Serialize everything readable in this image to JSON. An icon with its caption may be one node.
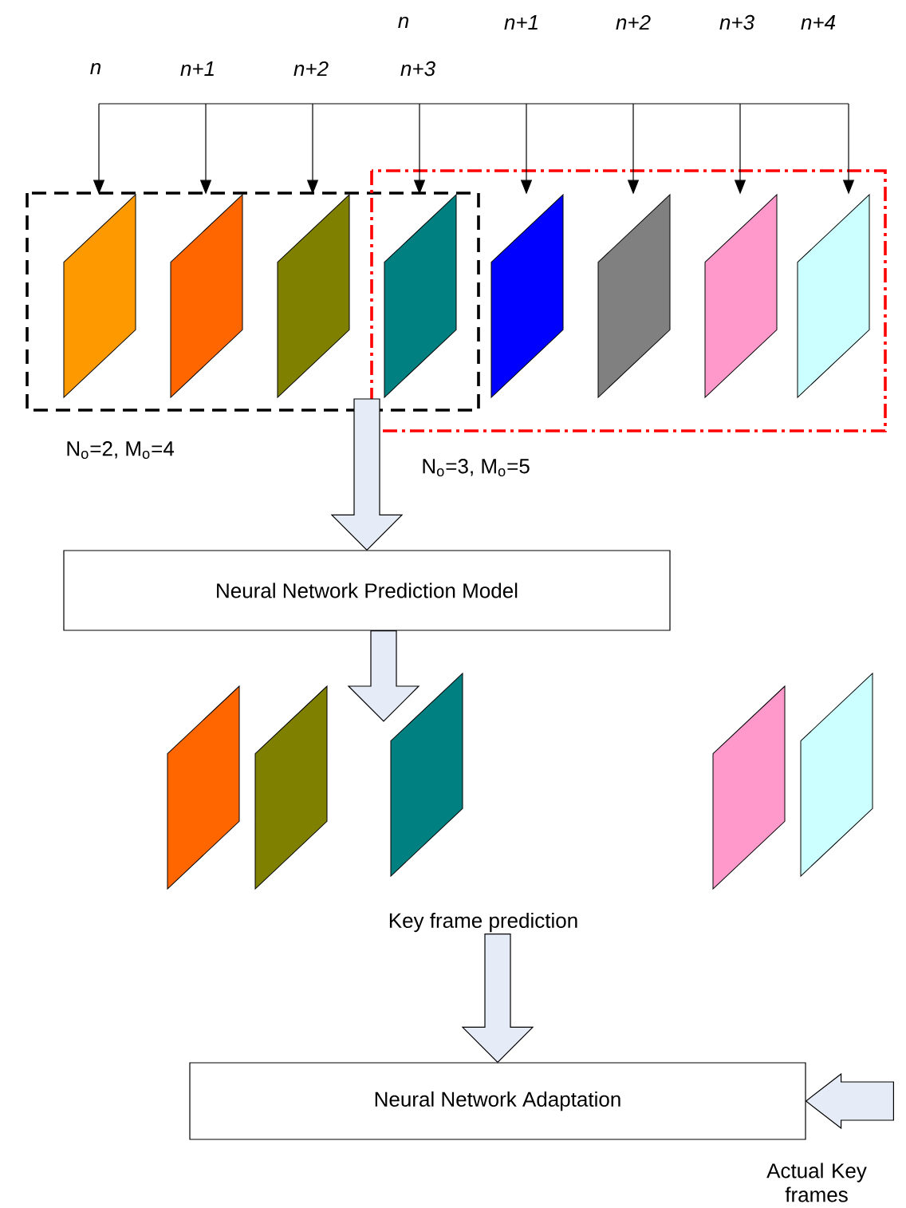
{
  "diagram": {
    "nodes": [
      {
        "text": [],
        "shape": "box",
        "beside": [
          "N$_{o}$=2, M$_{o}$=4"
        ]
      },
      {
        "text": [],
        "shape": "box",
        "beside": [
          "N$_{o}$=3, M$_{o}$=5"
        ]
      },
      {
        "text": [],
        "shape": "parallelogram",
        "in": 0
      },
      {
        "text": [],
        "shape": "parallelogram",
        "in": 0
      },
      {
        "text": [],
        "shape": "parallelogram",
        "in": 0
      },
      {
        "text": [],
        "shape": "parallelogram"
      },
      {
        "text": [],
        "shape": "parallelogram",
        "in": 1
      },
      {
        "text": [],
        "shape": "parallelogram",
        "in": 1
      },
      {
        "text": [],
        "shape": "parallelogram",
        "in": 1
      },
      {
        "text": [],
        "shape": "parallelogram",
        "in": 1
      },
      {
        "text": [
          "Neural Network Prediction Model"
        ]
      },
      {
        "text": [],
        "shape": "parallelogram"
      },
      {
        "text": [],
        "shape": "parallelogram"
      },
      {
        "text": [],
        "shape": "parallelogram"
      },
      {
        "text": [],
        "shape": "parallelogram"
      },
      {
        "text": [],
        "shape": "parallelogram"
      },
      {
        "text": [
          "Key frame prediction"
        ]
      },
      {
        "text": [
          "Neural Network Adaptation"
        ]
      },
      {
        "text": [
          "Actual Key frames"
        ]
      }
    ],
    "edges": [
      {
        "from": null,
        "to": 2,
        "arrow": "to"
      },
      {
        "from": null,
        "to": 3,
        "arrow": "to"
      },
      {
        "from": null,
        "to": 4,
        "arrow": "to"
      },
      {
        "from": null,
        "to": 5,
        "arrow": "to"
      },
      {
        "from": null,
        "to": 6,
        "arrow": "to"
      },
      {
        "from": null,
        "to": 7,
        "arrow": "to"
      },
      {
        "from": null,
        "to": 8,
        "arrow": "to"
      },
      {
        "from": null,
        "to": 9,
        "arrow": "to"
      },
      {
        "from": null,
        "to": 10,
        "arrow": "to",
        "style": "thick"
      },
      {
        "from": 10,
        "to": null,
        "arrow": "to",
        "style": "thick"
      },
      {
        "from": 16,
        "to": 17,
        "arrow": "to",
        "style": "thick"
      },
      {
        "from": 18,
        "to": 17,
        "arrow": "to",
        "style": "thick"
      }
    ],
    "labels": [
      "n",
      "n+1",
      "n+2",
      "n+3",
      "n+4",
      "n",
      "n+1",
      "n+2",
      "n+3"
    ]
  }
}
